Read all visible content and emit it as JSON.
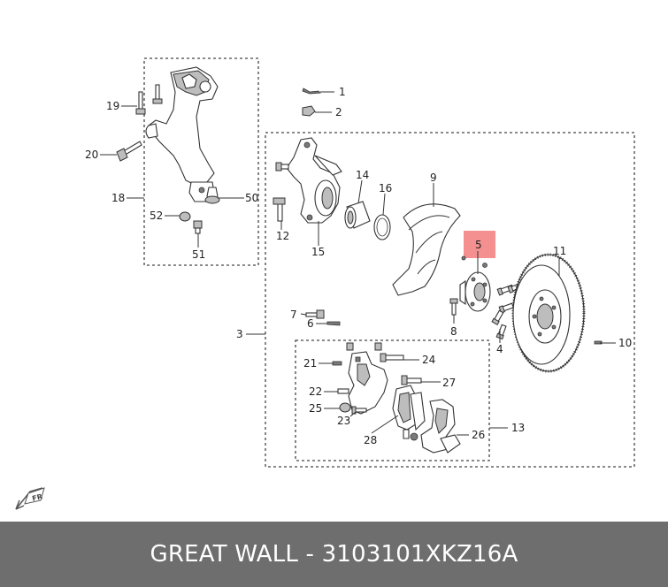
{
  "callouts": [
    {
      "id": "1",
      "text": "1"
    },
    {
      "id": "2",
      "text": "2"
    },
    {
      "id": "3",
      "text": "3"
    },
    {
      "id": "4",
      "text": "4"
    },
    {
      "id": "5",
      "text": "5"
    },
    {
      "id": "6",
      "text": "6"
    },
    {
      "id": "7",
      "text": "7"
    },
    {
      "id": "8",
      "text": "8"
    },
    {
      "id": "9",
      "text": "9"
    },
    {
      "id": "10",
      "text": "10"
    },
    {
      "id": "11",
      "text": "11"
    },
    {
      "id": "12",
      "text": "12"
    },
    {
      "id": "13",
      "text": "13"
    },
    {
      "id": "14",
      "text": "14"
    },
    {
      "id": "15",
      "text": "15"
    },
    {
      "id": "16",
      "text": "16"
    },
    {
      "id": "18",
      "text": "18"
    },
    {
      "id": "19",
      "text": "19"
    },
    {
      "id": "20",
      "text": "20"
    },
    {
      "id": "21",
      "text": "21"
    },
    {
      "id": "22",
      "text": "22"
    },
    {
      "id": "23",
      "text": "23"
    },
    {
      "id": "24",
      "text": "24"
    },
    {
      "id": "25",
      "text": "25"
    },
    {
      "id": "26",
      "text": "26"
    },
    {
      "id": "27",
      "text": "27"
    },
    {
      "id": "28",
      "text": "28"
    },
    {
      "id": "50",
      "text": "50"
    },
    {
      "id": "51",
      "text": "51"
    },
    {
      "id": "52",
      "text": "52"
    }
  ],
  "highlight": {
    "part": "5",
    "color": "#f27d7d"
  },
  "direction_mark": {
    "text": "FR"
  },
  "footer": {
    "text": "GREAT WALL - 3103101XKZ16A"
  },
  "colors": {
    "footer_bg": "#6e6e6e",
    "footer_text": "#ffffff",
    "line": "#333333"
  }
}
